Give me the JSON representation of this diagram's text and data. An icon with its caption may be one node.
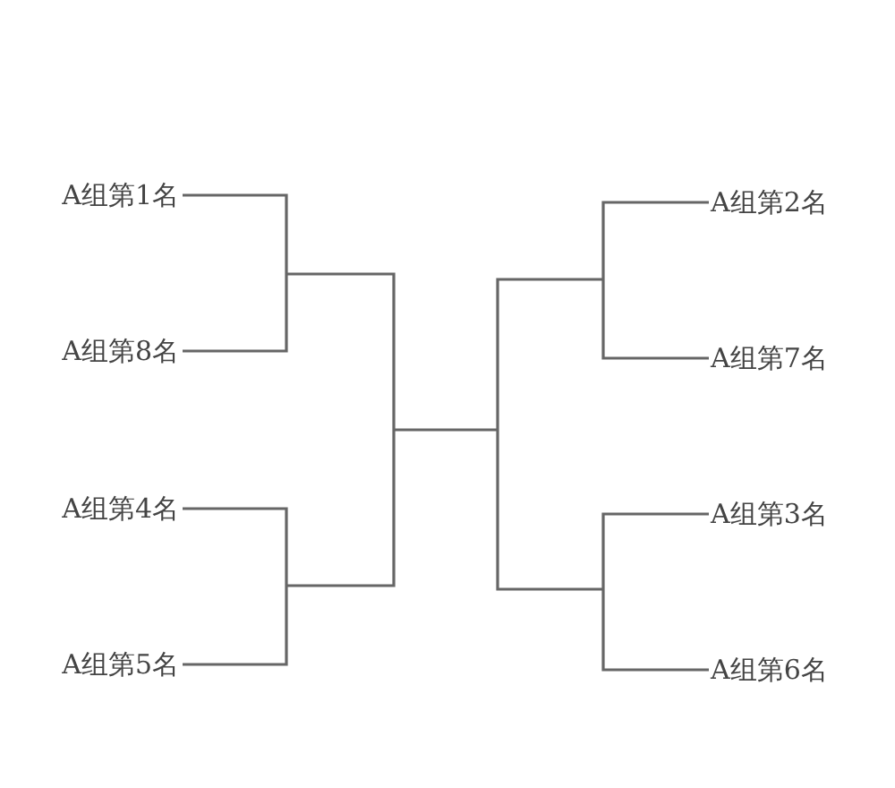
{
  "diagram": {
    "nodes": [
      {
        "text": [
          "A组第1名"
        ]
      },
      {
        "text": [
          "A组第8名"
        ]
      },
      {
        "text": [
          "A组第4名"
        ]
      },
      {
        "text": [
          "A组第5名"
        ]
      },
      {
        "text": [
          "A组第2名"
        ]
      },
      {
        "text": [
          "A组第7名"
        ]
      },
      {
        "text": [
          "A组第3名"
        ]
      },
      {
        "text": [
          "A组第6名"
        ]
      }
    ],
    "edges": [
      {
        "from": 0,
        "to": 1,
        "arrow": "none"
      },
      {
        "from": 2,
        "to": 3,
        "arrow": "none"
      },
      {
        "from": 4,
        "to": 5,
        "arrow": "none"
      },
      {
        "from": 6,
        "to": 7,
        "arrow": "none"
      }
    ]
  }
}
